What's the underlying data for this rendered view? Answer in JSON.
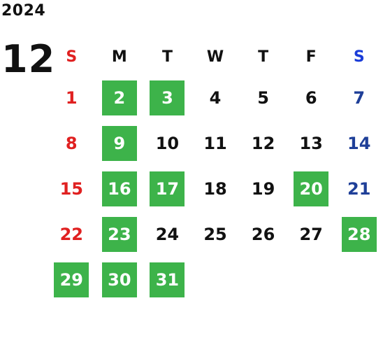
{
  "calendar": {
    "year": "2024",
    "month": "12",
    "weekdays": [
      "S",
      "M",
      "T",
      "W",
      "T",
      "F",
      "S"
    ],
    "colors": {
      "sunday": "#e02020",
      "saturday_header": "#1a3cd8",
      "saturday": "#1f3f98",
      "highlight_bg": "#3db34a",
      "highlight_text": "#ffffff"
    },
    "weeks": [
      [
        {
          "day": "1",
          "highlight": false
        },
        {
          "day": "2",
          "highlight": true
        },
        {
          "day": "3",
          "highlight": true
        },
        {
          "day": "4",
          "highlight": false
        },
        {
          "day": "5",
          "highlight": false
        },
        {
          "day": "6",
          "highlight": false
        },
        {
          "day": "7",
          "highlight": false
        }
      ],
      [
        {
          "day": "8",
          "highlight": false
        },
        {
          "day": "9",
          "highlight": true
        },
        {
          "day": "10",
          "highlight": false
        },
        {
          "day": "11",
          "highlight": false
        },
        {
          "day": "12",
          "highlight": false
        },
        {
          "day": "13",
          "highlight": false
        },
        {
          "day": "14",
          "highlight": false
        }
      ],
      [
        {
          "day": "15",
          "highlight": false
        },
        {
          "day": "16",
          "highlight": true
        },
        {
          "day": "17",
          "highlight": true
        },
        {
          "day": "18",
          "highlight": false
        },
        {
          "day": "19",
          "highlight": false
        },
        {
          "day": "20",
          "highlight": true
        },
        {
          "day": "21",
          "highlight": false
        }
      ],
      [
        {
          "day": "22",
          "highlight": false
        },
        {
          "day": "23",
          "highlight": true
        },
        {
          "day": "24",
          "highlight": false
        },
        {
          "day": "25",
          "highlight": false
        },
        {
          "day": "26",
          "highlight": false
        },
        {
          "day": "27",
          "highlight": false
        },
        {
          "day": "28",
          "highlight": true
        }
      ],
      [
        {
          "day": "29",
          "highlight": true
        },
        {
          "day": "30",
          "highlight": true
        },
        {
          "day": "31",
          "highlight": true
        },
        {
          "day": "",
          "highlight": false
        },
        {
          "day": "",
          "highlight": false
        },
        {
          "day": "",
          "highlight": false
        },
        {
          "day": "",
          "highlight": false
        }
      ]
    ]
  }
}
